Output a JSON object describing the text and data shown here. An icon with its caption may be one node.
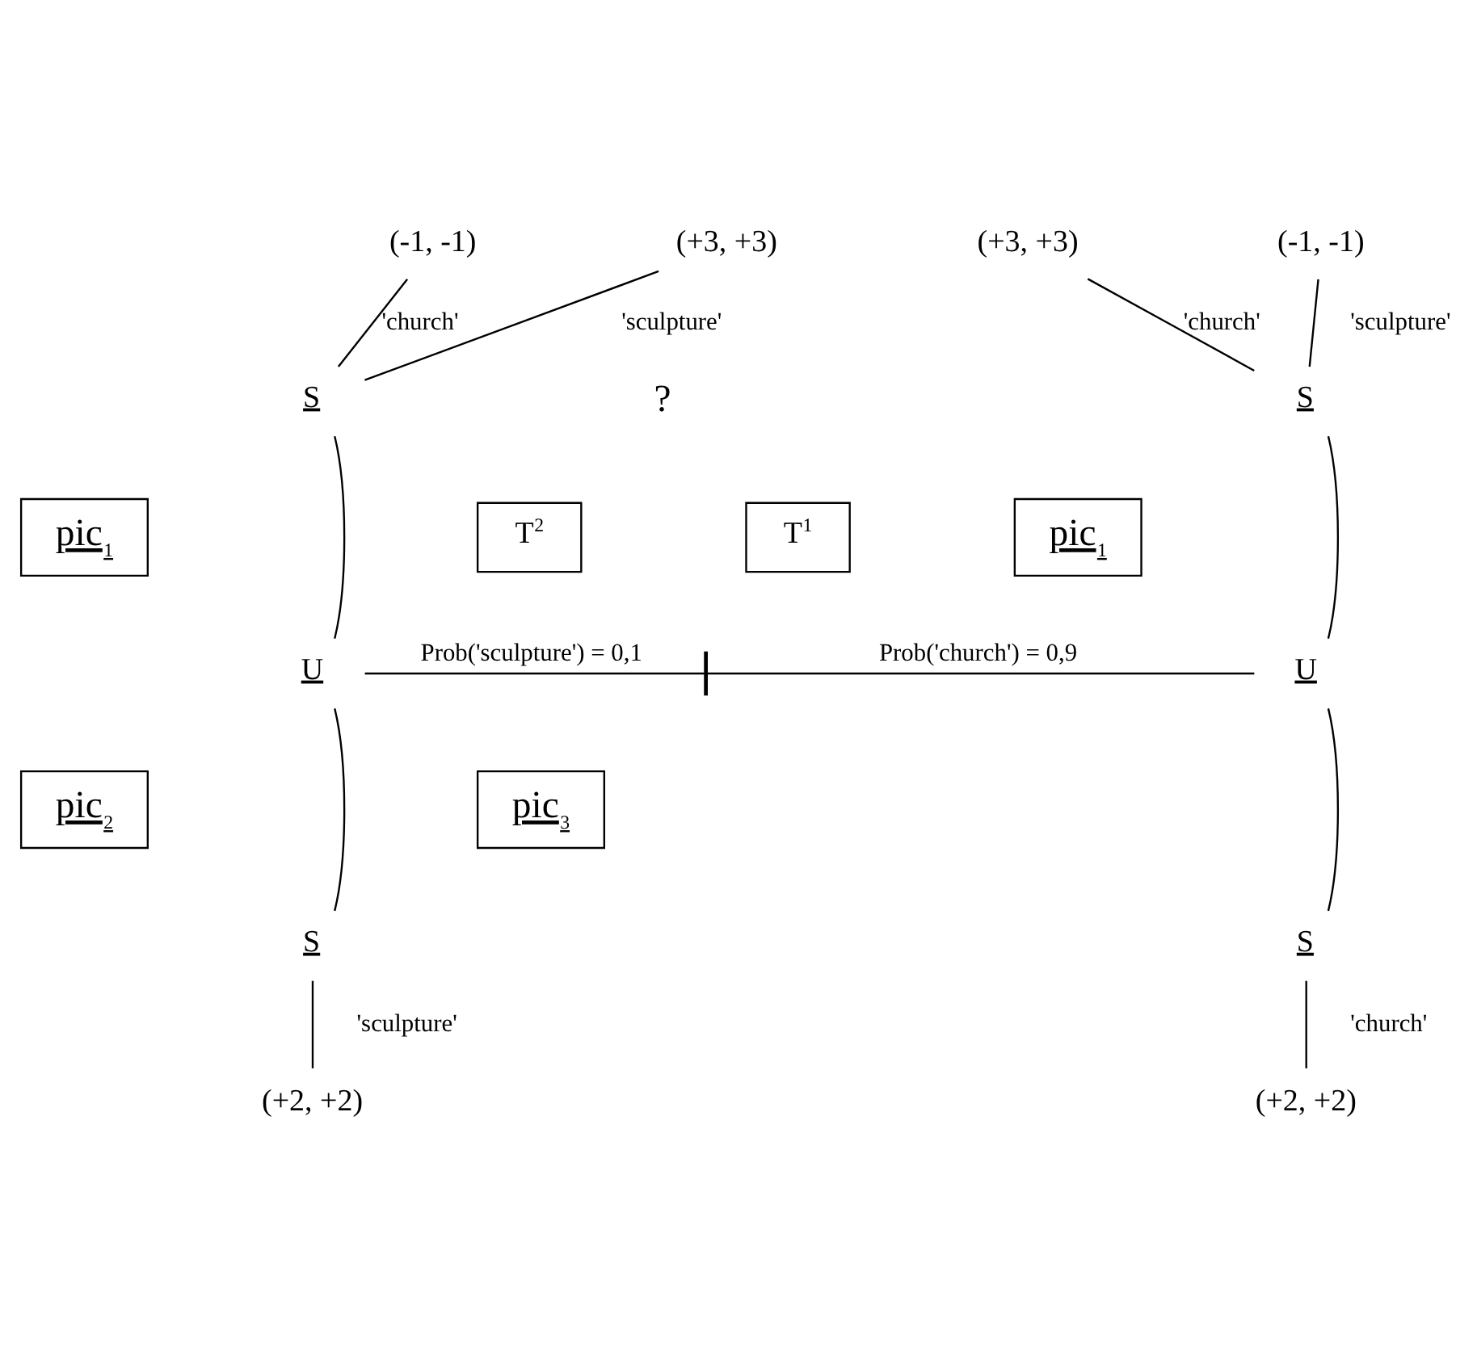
{
  "diagram": {
    "nodes": [
      {
        "text": [
          "(-1, -1)"
        ]
      },
      {
        "text": [
          "(+3, +3)"
        ]
      },
      {
        "text": [
          "(+3, +3)"
        ]
      },
      {
        "text": [
          "(-1, -1)"
        ]
      },
      {
        "text": [
          "S"
        ]
      },
      {
        "text": [
          "S"
        ]
      },
      {
        "text": [
          "T$^{2}$"
        ]
      },
      {
        "text": [
          "T$^{1}$"
        ]
      },
      {
        "text": [
          "pic$_{1}$"
        ]
      },
      {
        "text": [
          "pic$_{1}$"
        ]
      },
      {
        "text": [
          "U"
        ]
      },
      {
        "text": [],
        "shape": "bar"
      },
      {
        "text": [
          "U"
        ]
      },
      {
        "text": [
          "pic$_{2}$"
        ]
      },
      {
        "text": [
          "pic$_{3}$"
        ]
      },
      {
        "text": [
          "S"
        ]
      },
      {
        "text": [
          "S"
        ]
      },
      {
        "text": [
          "(+2, +2)"
        ]
      },
      {
        "text": [
          "(+2, +2)"
        ]
      }
    ],
    "edges": [
      {
        "from": 4,
        "to": 0,
        "arrow": "none",
        "label": "'church'"
      },
      {
        "from": 4,
        "to": 1,
        "arrow": "none",
        "label": "'sculpture'"
      },
      {
        "from": 5,
        "to": 2,
        "arrow": "none",
        "label": "'church'"
      },
      {
        "from": 5,
        "to": 3,
        "arrow": "none",
        "label": "'sculpture'"
      },
      {
        "from": 4,
        "to": 10,
        "arrow": "none"
      },
      {
        "from": 5,
        "to": 12,
        "arrow": "none"
      },
      {
        "from": 11,
        "to": 10,
        "arrow": "none",
        "label": "Prob('sculpture') = 0,1"
      },
      {
        "from": 11,
        "to": 12,
        "arrow": "none",
        "label": "Prob('church') = 0,9"
      },
      {
        "from": 10,
        "to": 15,
        "arrow": "none"
      },
      {
        "from": 12,
        "to": 16,
        "arrow": "none"
      },
      {
        "from": 15,
        "to": 17,
        "arrow": "none",
        "label": "'sculpture'"
      },
      {
        "from": 16,
        "to": 18,
        "arrow": "none",
        "label": "'church'"
      }
    ],
    "labels": [
      "?"
    ]
  }
}
